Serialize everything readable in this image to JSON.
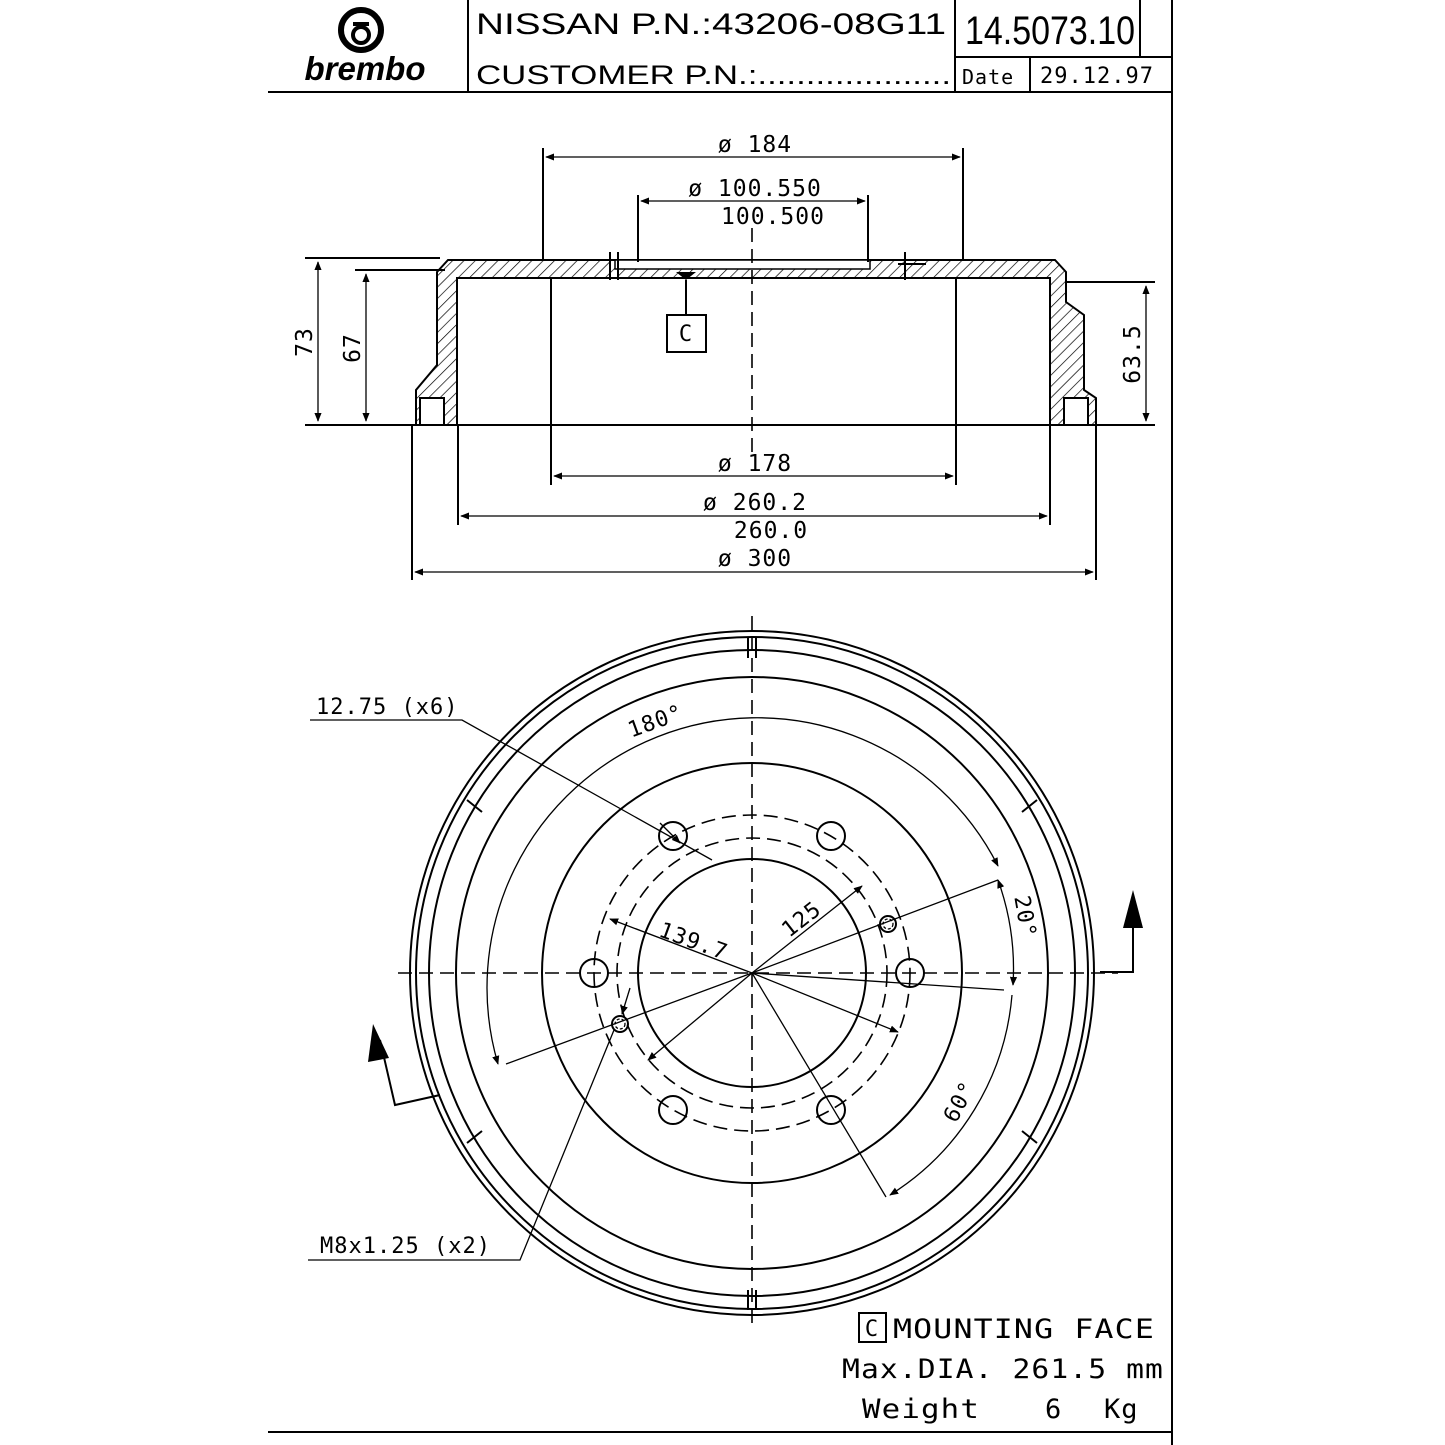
{
  "title_block": {
    "logo_text": "brembo",
    "oem_pn": "NISSAN P.N.:43206-08G11",
    "customer_pn": "CUSTOMER P.N.:....................",
    "part_number": "14.5073.10",
    "date_label": "Date",
    "date_value": "29.12.97"
  },
  "section_view": {
    "dim_outer_top": "ø 184",
    "dim_pilot_max": "ø 100.550",
    "dim_pilot_min": "100.500",
    "dim_height_total": "73",
    "dim_height_inner": "67",
    "dim_height_right": "63.5",
    "datum_c": "C",
    "dim_hub": "ø 178",
    "dim_braking_max": "ø 260.2",
    "dim_braking_min": "260.0",
    "dim_overall": "ø 300"
  },
  "plan_view": {
    "holes_label": "12.75 (x6)",
    "angle_180": "180°",
    "dim_pcd": "139.7",
    "dim_radius": "125",
    "angle_20": "20°",
    "angle_60": "60°",
    "thread_label": "M8x1.25 (x2)"
  },
  "notes": {
    "mounting_box": "C",
    "mounting_face": "MOUNTING FACE",
    "max_dia": "Max.DIA. 261.5 mm",
    "weight_label": "Weight",
    "weight_value": "6",
    "weight_unit": "Kg"
  }
}
